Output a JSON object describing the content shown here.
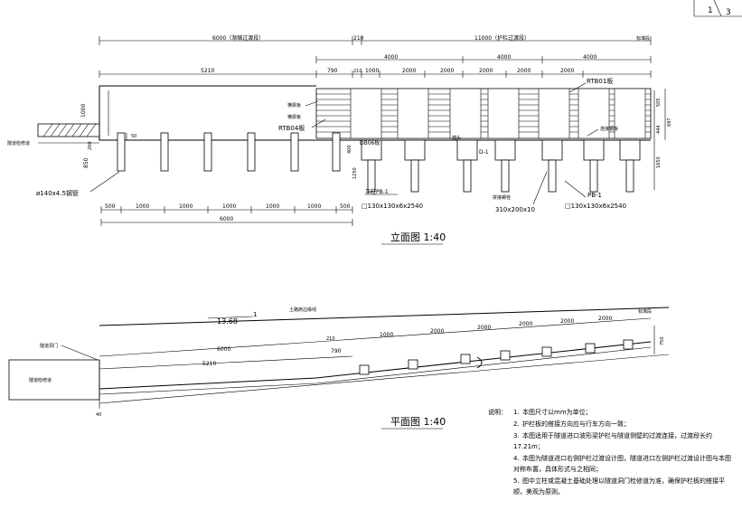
{
  "sheet": {
    "page": "1",
    "total": "3"
  },
  "elevation": {
    "title": "立面图 1:40",
    "dims_top": [
      "6000（渐缩过渡段）",
      "210",
      "11000（护栏过渡段）"
    ],
    "dims_mid": [
      "4000",
      "4000",
      "4000"
    ],
    "dims_row": [
      "5210",
      "790",
      "210",
      "1000",
      "2000",
      "2000",
      "2000",
      "2000",
      "2000"
    ],
    "dims_bottom": [
      "500",
      "1000",
      "1000",
      "1000",
      "1000",
      "1000",
      "500"
    ],
    "dim_total": "6000",
    "side_dims": [
      "1000",
      "50",
      "200",
      "850",
      "400",
      "1250",
      "505",
      "697",
      "444",
      "1650"
    ],
    "labels": {
      "rtb01": "RTB01板",
      "rtb04": "RTB04板",
      "db06": "DB06板",
      "d1": "D-1",
      "pb1_left": "立柱PB-1",
      "pb1_right": "PB-1",
      "post_left": "□130x130x6x2540",
      "post_right": "□130x130x6x2540",
      "steel_plate": "310x200x10",
      "pipe": "ø140x4.5钢管",
      "tunnel_repair": "隧道检修道",
      "end_cap": "端头",
      "top_right": "标准段",
      "lbl_a": "横梁板",
      "lbl_b": "横梁板",
      "lbl_c": "连接钢板",
      "lbl_d": "拼接螺栓"
    }
  },
  "plan": {
    "title": "平面图 1:40",
    "taper": "13.68",
    "ratio": "1",
    "road_edge": "土路肩边缘线",
    "std": "标准段",
    "dims_row": [
      "210",
      "1000",
      "2000",
      "2000",
      "2000",
      "2000",
      "2000"
    ],
    "dim_6000": "6000",
    "dim_790": "790",
    "dim_5210": "5210",
    "side_750": "750",
    "dim_40": "40",
    "tunnel_door": "隧道洞门",
    "tunnel_repair": "隧道检修道"
  },
  "notes": {
    "label": "说明：",
    "items": [
      "本图尺寸以mm为单位；",
      "护栏板的搭接方向应与行车方向一致；",
      "本图适用于隧道进口波形梁护栏与隧道侧壁的过渡连接，过渡段长约17.21m；",
      "本图为隧道进口右侧护栏过渡设计图，隧道进口左侧护栏过渡设计图与本图对称布置，具体形式与之相同；",
      "图中立柱或混凝土基础处理以隧道洞门检修道为准，确保护栏板的搭接平顺，美观为原则。"
    ]
  }
}
